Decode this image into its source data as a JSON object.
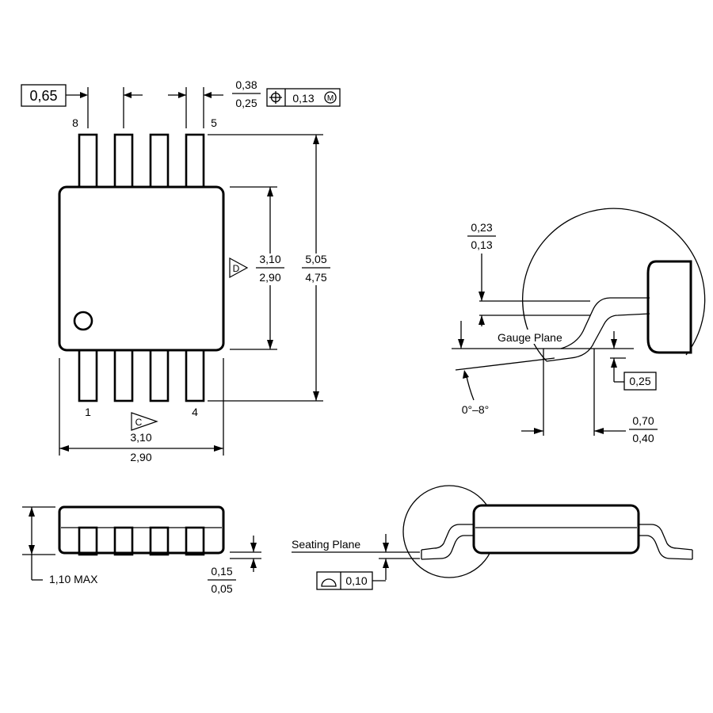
{
  "top_view": {
    "pitch": "0,65",
    "lead_width": {
      "max": "0,38",
      "min": "0,25"
    },
    "position_tolerance": "0,13",
    "mmc_symbol": "M",
    "pin_8": "8",
    "pin_5": "5",
    "pin_1": "1",
    "pin_4": "4",
    "datum_d": "D",
    "datum_c": "C",
    "body_width": {
      "max": "3,10",
      "min": "2,90"
    },
    "overall_width": {
      "max": "5,05",
      "min": "4,75"
    },
    "body_length": {
      "max": "3,10",
      "min": "2,90"
    }
  },
  "lead_detail": {
    "lead_thickness": {
      "max": "0,23",
      "min": "0,13"
    },
    "gauge_plane_label": "Gauge Plane",
    "gauge_value": "0,25",
    "angle": "0°–8°",
    "foot_length": {
      "max": "0,70",
      "min": "0,40"
    }
  },
  "side_view": {
    "max_height": "1,10 MAX",
    "standoff": {
      "max": "0,15",
      "min": "0,05"
    },
    "seating_plane_label": "Seating Plane",
    "flatness": "0,10"
  }
}
